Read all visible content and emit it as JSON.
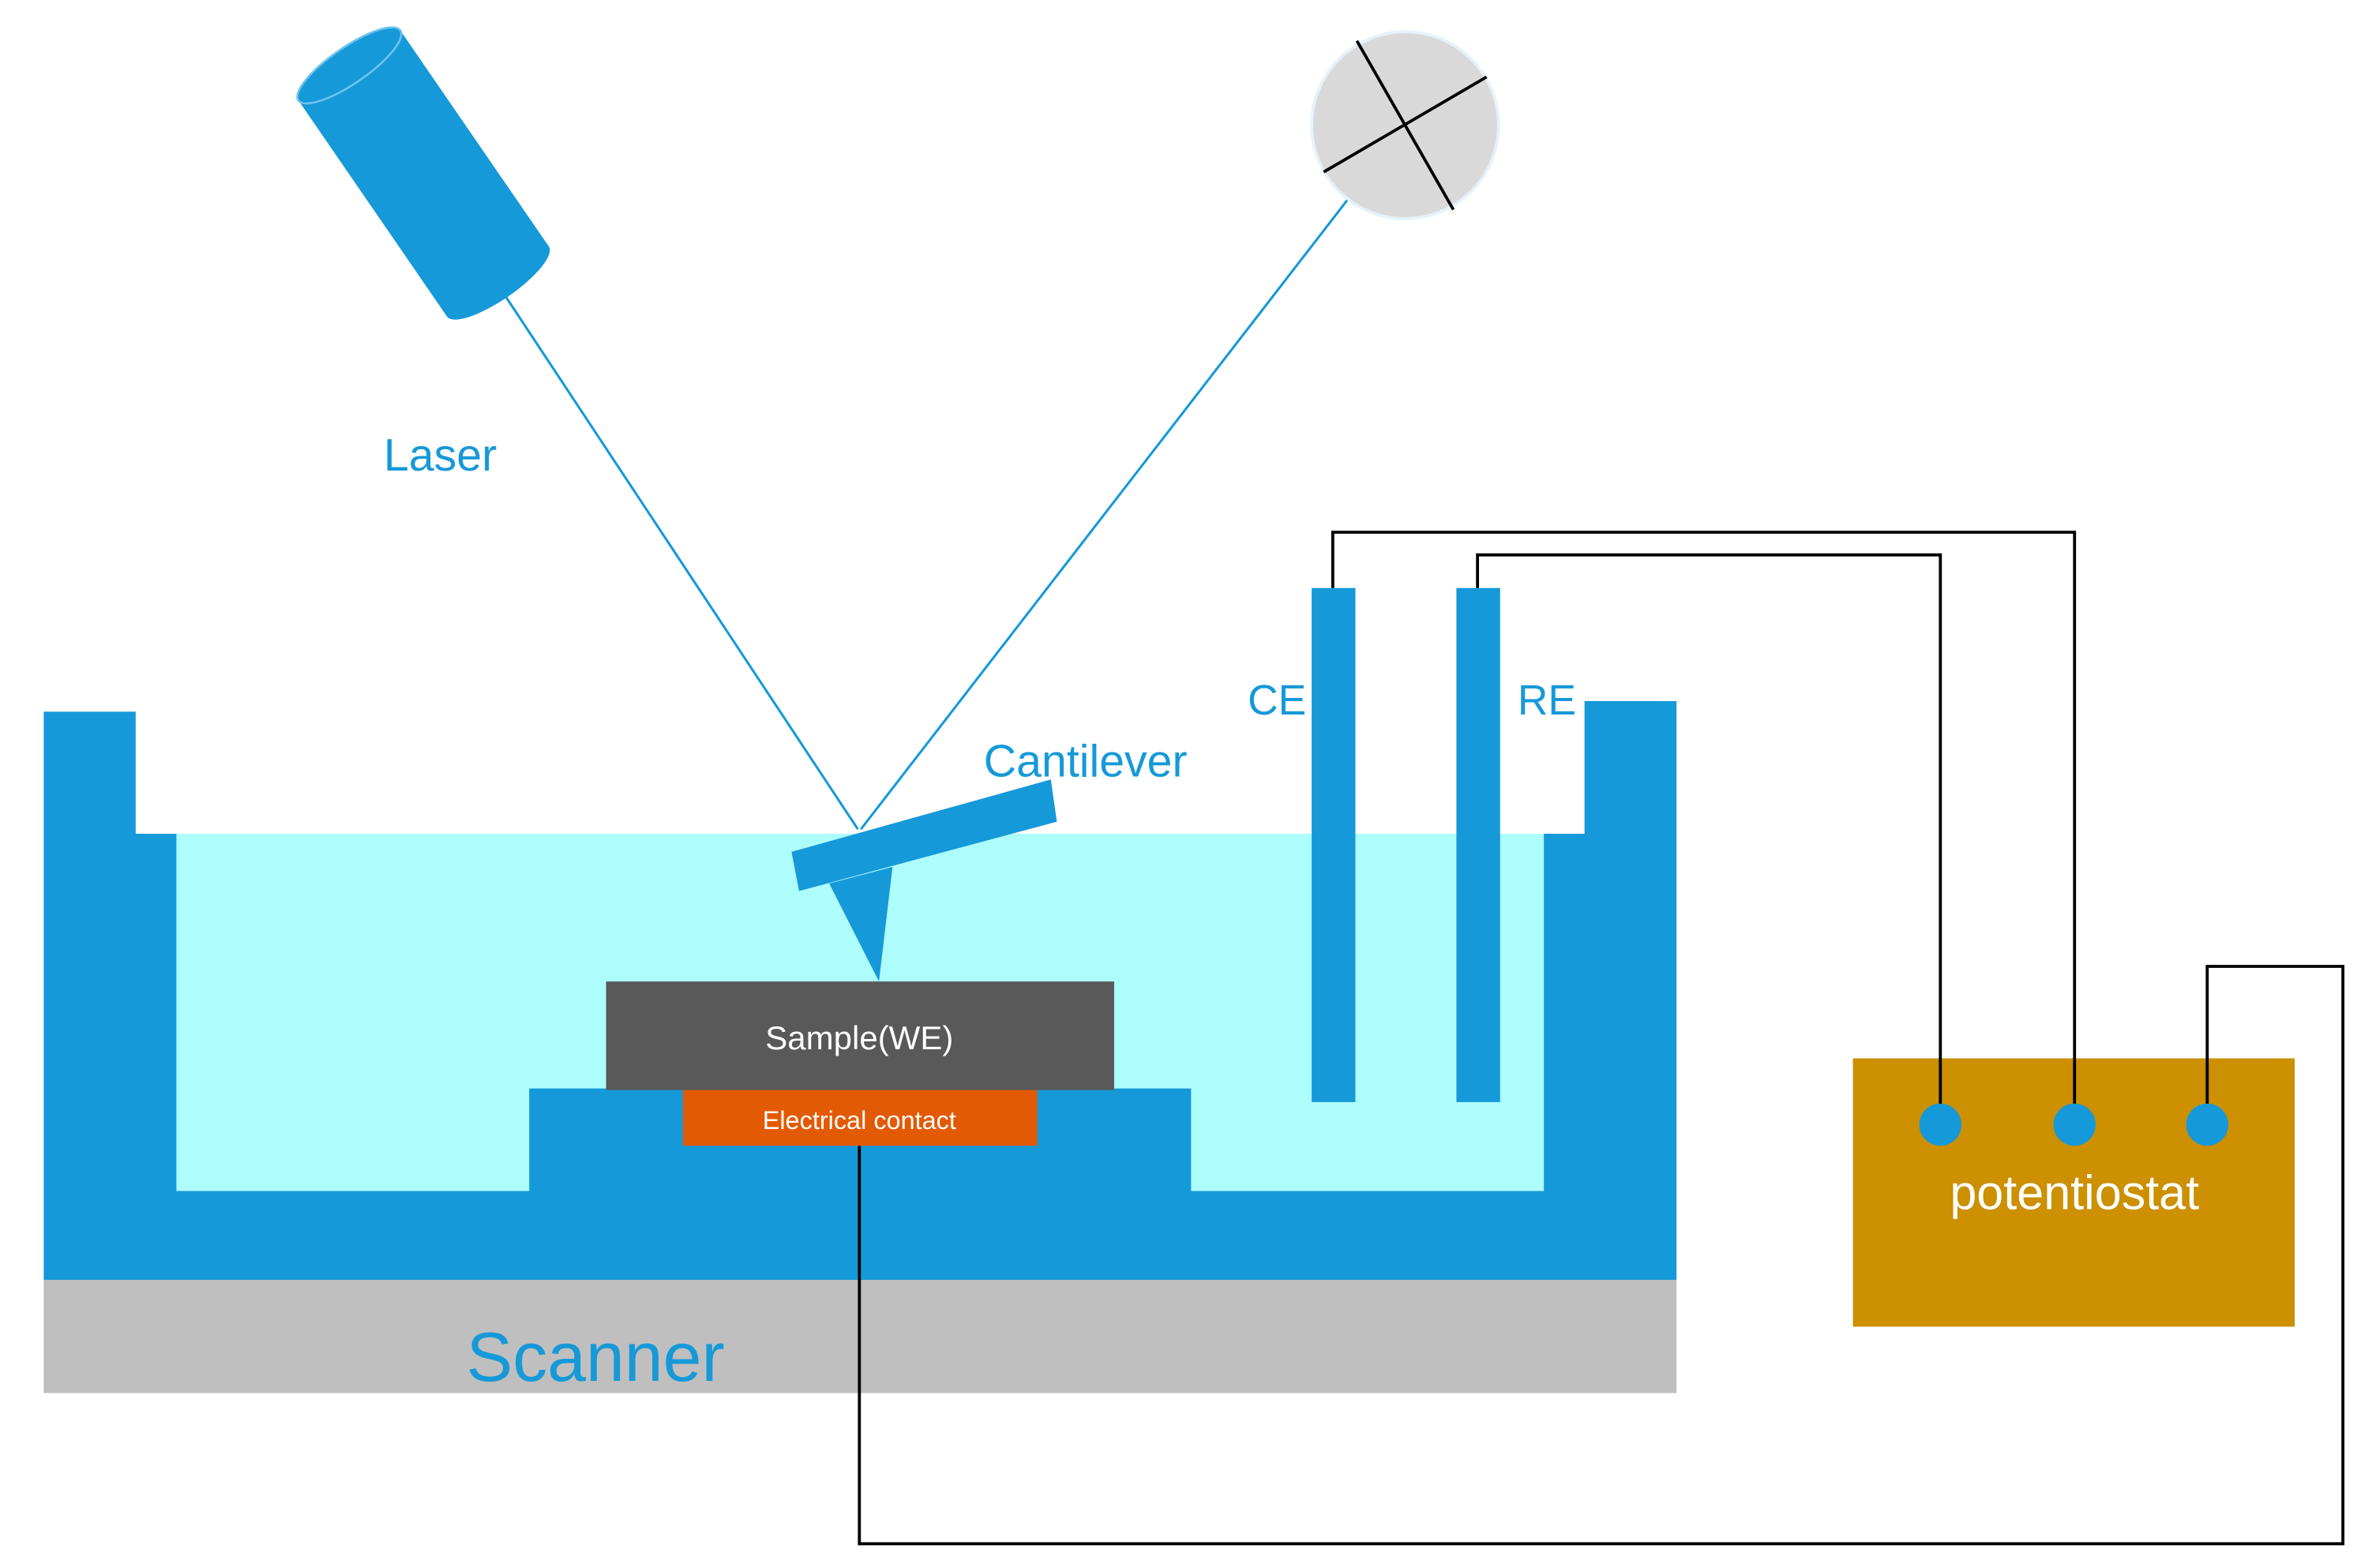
{
  "labels": {
    "laser": "Laser",
    "cantilever": "Cantilever",
    "ce": "CE",
    "re": "RE",
    "sample": "Sample(WE)",
    "contact": "Electrical contact",
    "scanner": "Scanner",
    "potentiostat": "potentiostat"
  },
  "colors": {
    "blue": "#1699d8",
    "electrolyte": "#adfdfd",
    "sample": "#595959",
    "contact": "#e35a04",
    "scanner": "#bfbfbf",
    "potentiostat": "#cc9000",
    "detector": "#d9d9d9",
    "wire": "#000000",
    "label_text": "#1699d8",
    "light_text": "#ffffff"
  }
}
